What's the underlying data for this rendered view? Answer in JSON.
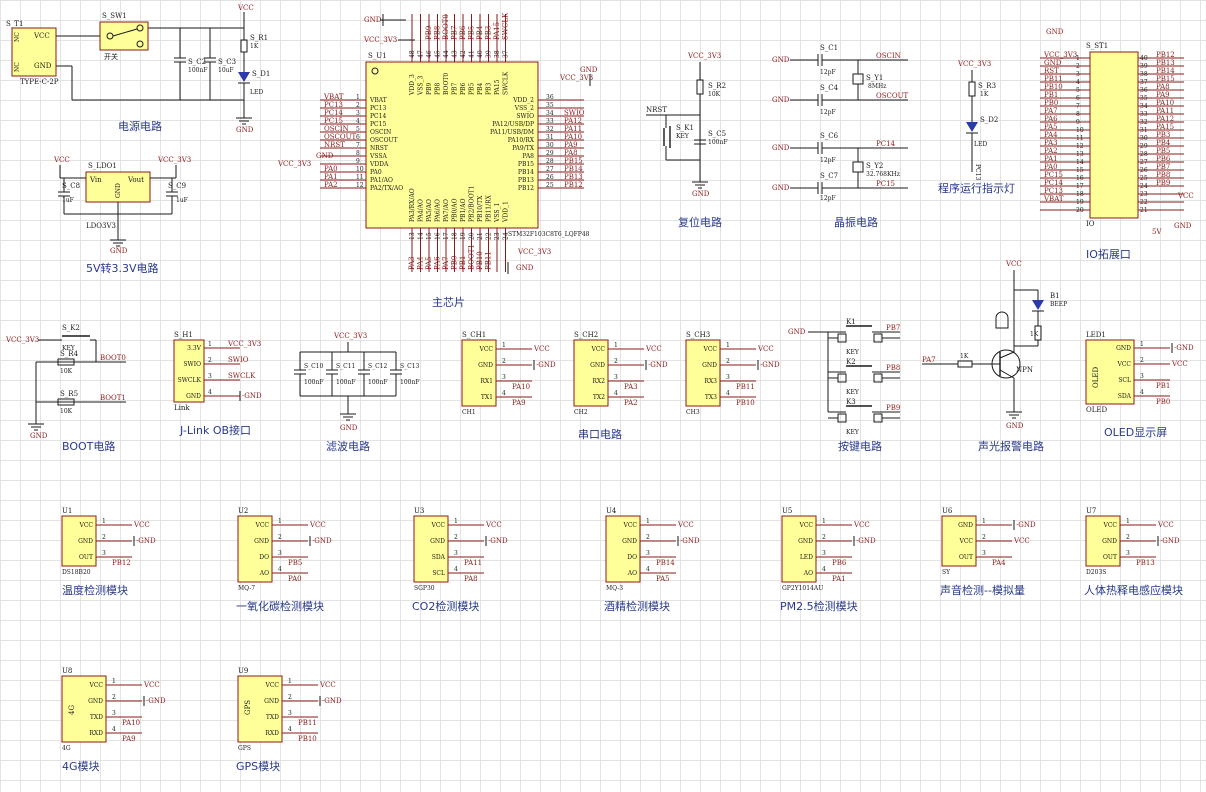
{
  "titles": {
    "power": "电源电路",
    "ldo": "5V转3.3V电路",
    "mcu": "主芯片",
    "reset": "复位电路",
    "crystal": "晶振电路",
    "led_indicator": "程序运行指示灯",
    "io": "IO拓展口",
    "boot": "BOOT电路",
    "jlink": "J-Link OB接口",
    "filter": "滤波电路",
    "uart": "串口电路",
    "keys": "按键电路",
    "buzzer": "声光报警电路",
    "oled": "OLED显示屏",
    "temp": "温度检测模块",
    "co": "一氧化碳检测模块",
    "co2": "CO2检测模块",
    "alcohol": "酒精检测模块",
    "pm25": "PM2.5检测模块",
    "sound": "声音检测--模拟量",
    "pir": "人体热释电感应模块",
    "m4g": "4G模块",
    "gps": "GPS模块"
  },
  "power": {
    "t1": "S_T1",
    "t1_part": "TYPE-C-2P",
    "t1_vcc": "VCC",
    "t1_gnd": "GND",
    "nc1": "NC",
    "nc2": "NC",
    "sw": "S_SW1",
    "sw_label": "开关",
    "c2": "S_C2",
    "c2_val": "100nF",
    "c3": "S_C3",
    "c3_val": "10uF",
    "r1": "S_R1",
    "r1_val": "1K",
    "d1": "S_D1",
    "d1_val": "LED",
    "vcc": "VCC",
    "gnd": "GND"
  },
  "ldo": {
    "name": "S_LDO1",
    "part": "LDO3V3",
    "vin": "Vin",
    "vout": "Vout",
    "gnd": "GND",
    "c8": "S_C8",
    "c8_val": "1uF",
    "c9": "S_C9",
    "c9_val": "1uF",
    "vcc": "VCC",
    "vcc33": "VCC_3V3",
    "ground": "GND"
  },
  "mcu": {
    "ref": "S_U1",
    "part": "STM32F103C8T6_LQFP48",
    "left_pins": [
      {
        "net": "VBAT",
        "num": "1",
        "name": "VBAT"
      },
      {
        "net": "PC13",
        "num": "2",
        "name": "PC13"
      },
      {
        "net": "PC14",
        "num": "3",
        "name": "PC14"
      },
      {
        "net": "PC15",
        "num": "4",
        "name": "PC15"
      },
      {
        "net": "OSCIN",
        "num": "5",
        "name": "OSCIN"
      },
      {
        "net": "OSCOUT",
        "num": "6",
        "name": "OSCOUT"
      },
      {
        "net": "NRST",
        "num": "7",
        "name": "NRST"
      },
      {
        "net": "GND",
        "num": "8",
        "name": "VSSA"
      },
      {
        "net": "VCC_3V3",
        "num": "9",
        "name": "VDDA"
      },
      {
        "net": "PA0",
        "num": "10",
        "name": "PA0"
      },
      {
        "net": "PA1",
        "num": "11",
        "name": "PA1/AO"
      },
      {
        "net": "PA2",
        "num": "12",
        "name": "PA2/TX/AO"
      }
    ],
    "right_pins": [
      {
        "net": "VCC_3V3",
        "num": "36",
        "name": "VDD_2"
      },
      {
        "net": "",
        "num": "35",
        "name": "VSS_2"
      },
      {
        "net": "SWIO",
        "num": "34",
        "name": "SWIO"
      },
      {
        "net": "PA12",
        "num": "33",
        "name": "PA12/USB/DP"
      },
      {
        "net": "PA11",
        "num": "32",
        "name": "PA11/USB/DM"
      },
      {
        "net": "PA10",
        "num": "31",
        "name": "PA10/RX"
      },
      {
        "net": "PA9",
        "num": "30",
        "name": "PA9/TX"
      },
      {
        "net": "PA8",
        "num": "29",
        "name": "PA8"
      },
      {
        "net": "PB15",
        "num": "28",
        "name": "PB15"
      },
      {
        "net": "PB14",
        "num": "27",
        "name": "PB14"
      },
      {
        "net": "PB13",
        "num": "26",
        "name": "PB13"
      },
      {
        "net": "PB12",
        "num": "25",
        "name": "PB12"
      }
    ],
    "top_pins": [
      "VDD_3",
      "VSS_3",
      "PB9",
      "PB8",
      "BOOT0",
      "PB7",
      "PB6",
      "PB5",
      "PB4",
      "PB3",
      "PA15",
      "SWCLK"
    ],
    "top_nums": [
      "48",
      "47",
      "46",
      "45",
      "44",
      "43",
      "42",
      "41",
      "40",
      "39",
      "38",
      "37"
    ],
    "top_nets": [
      "",
      "",
      "PB9",
      "PB8",
      "BOOT0",
      "PB7",
      "PB6",
      "PB5",
      "PB4",
      "PB3",
      "PA15",
      "SWCLK"
    ],
    "bottom_pins": [
      "PA3/RX/AO",
      "PA4/AO",
      "PA5/AO",
      "PA6/AO",
      "PA7/AO",
      "PB0/AO",
      "PB1/AO",
      "PB2/BOOT1",
      "PB10/TX",
      "PB11/RX",
      "VSS_1",
      "VDD_1"
    ],
    "bottom_nums": [
      "13",
      "14",
      "15",
      "16",
      "17",
      "18",
      "19",
      "20",
      "21",
      "22",
      "23",
      "24"
    ],
    "bottom_nets": [
      "PA3",
      "PA4",
      "PA5",
      "PA6",
      "PA7",
      "PB0",
      "PB1",
      "BOOT1",
      "PB10",
      "PB11",
      "",
      ""
    ],
    "gnd": "GND",
    "vcc33": "VCC_3V3"
  },
  "reset": {
    "vcc33": "VCC_3V3",
    "r2": "S_R2",
    "r2_val": "10K",
    "k1": "S_K1",
    "k1_val": "KEY",
    "c5": "S_C5",
    "c5_val": "100nF",
    "nrst": "NRST",
    "gnd": "GND"
  },
  "crystal": {
    "c1": "S_C1",
    "c4": "S_C4",
    "c6": "S_C6",
    "c7": "S_C7",
    "cval": "12pF",
    "y1": "S_Y1",
    "y1_val": "8MHz",
    "y2": "S_Y2",
    "y2_val": "32.768KHz",
    "oscin": "OSCIN",
    "oscout": "OSCOUT",
    "pc14": "PC14",
    "pc15": "PC15",
    "gnd": "GND"
  },
  "indicator": {
    "vcc33": "VCC_3V3",
    "r3": "S_R3",
    "r3_val": "1K",
    "d2": "S_D2",
    "d2_val": "LED",
    "pc13": "PC13"
  },
  "io": {
    "ref": "S_ST1",
    "part": "IO",
    "vcc33": "VCC_3V3",
    "gnd": "GND",
    "vcc": "VCC",
    "v5": "5V",
    "left": [
      {
        "n": "1",
        "net": "VCC_3V3"
      },
      {
        "n": "2",
        "net": "GND"
      },
      {
        "n": "3",
        "net": "RST"
      },
      {
        "n": "4",
        "net": "PB11"
      },
      {
        "n": "5",
        "net": "PB10"
      },
      {
        "n": "6",
        "net": "PB1"
      },
      {
        "n": "7",
        "net": "PB0"
      },
      {
        "n": "8",
        "net": "PA7"
      },
      {
        "n": "9",
        "net": "PA6"
      },
      {
        "n": "10",
        "net": "PA5"
      },
      {
        "n": "11",
        "net": "PA4"
      },
      {
        "n": "12",
        "net": "PA3"
      },
      {
        "n": "13",
        "net": "PA2"
      },
      {
        "n": "14",
        "net": "PA1"
      },
      {
        "n": "15",
        "net": "PA0"
      },
      {
        "n": "16",
        "net": "PC15"
      },
      {
        "n": "17",
        "net": "PC14"
      },
      {
        "n": "18",
        "net": "PC13"
      },
      {
        "n": "19",
        "net": "VBAT"
      },
      {
        "n": "20",
        "net": ""
      }
    ],
    "right": [
      {
        "n": "40",
        "net": "PB12"
      },
      {
        "n": "39",
        "net": "PB13"
      },
      {
        "n": "38",
        "net": "PB14"
      },
      {
        "n": "37",
        "net": "PB15"
      },
      {
        "n": "36",
        "net": "PA8"
      },
      {
        "n": "35",
        "net": "PA9"
      },
      {
        "n": "34",
        "net": "PA10"
      },
      {
        "n": "33",
        "net": "PA11"
      },
      {
        "n": "32",
        "net": "PA12"
      },
      {
        "n": "31",
        "net": "PA15"
      },
      {
        "n": "30",
        "net": "PB3"
      },
      {
        "n": "29",
        "net": "PB4"
      },
      {
        "n": "28",
        "net": "PB5"
      },
      {
        "n": "27",
        "net": "PB6"
      },
      {
        "n": "26",
        "net": "PB7"
      },
      {
        "n": "25",
        "net": "PB8"
      },
      {
        "n": "24",
        "net": "PB9"
      },
      {
        "n": "23",
        "net": ""
      },
      {
        "n": "22",
        "net": ""
      },
      {
        "n": "21",
        "net": ""
      }
    ]
  },
  "boot": {
    "vcc33": "VCC_3V3",
    "k2": "S_K2",
    "k2_val": "KEY",
    "r4": "S_R4",
    "r4_val": "10K",
    "r5": "S_R5",
    "r5_val": "10K",
    "boot0": "BOOT0",
    "boot1": "BOOT1",
    "gnd": "GND"
  },
  "jlink": {
    "ref": "S_H1",
    "part": "Link",
    "pins": [
      {
        "name": "3.3V",
        "n": "1",
        "net": "VCC_3V3"
      },
      {
        "name": "SWIO",
        "n": "2",
        "net": "SWIO"
      },
      {
        "name": "SWCLK",
        "n": "3",
        "net": "SWCLK"
      },
      {
        "name": "GND",
        "n": "4",
        "net": "GND"
      }
    ]
  },
  "filter": {
    "vcc33": "VCC_3V3",
    "caps": [
      {
        "ref": "S_C10",
        "val": "100nF"
      },
      {
        "ref": "S_C11",
        "val": "100nF"
      },
      {
        "ref": "S_C12",
        "val": "100nF"
      },
      {
        "ref": "S_C13",
        "val": "100nF"
      }
    ],
    "gnd": "GND"
  },
  "uart": [
    {
      "ref": "S_CH1",
      "part": "CH1",
      "pins": [
        {
          "name": "VCC",
          "n": "1",
          "net": "VCC"
        },
        {
          "name": "GND",
          "n": "2",
          "net": "GND"
        },
        {
          "name": "RX1",
          "n": "3",
          "net": "PA10"
        },
        {
          "name": "TX1",
          "n": "4",
          "net": "PA9"
        }
      ]
    },
    {
      "ref": "S_CH2",
      "part": "CH2",
      "pins": [
        {
          "name": "VCC",
          "n": "1",
          "net": "VCC"
        },
        {
          "name": "GND",
          "n": "2",
          "net": "GND"
        },
        {
          "name": "RX2",
          "n": "3",
          "net": "PA3"
        },
        {
          "name": "TX2",
          "n": "4",
          "net": "PA2"
        }
      ]
    },
    {
      "ref": "S_CH3",
      "part": "CH3",
      "pins": [
        {
          "name": "VCC",
          "n": "1",
          "net": "VCC"
        },
        {
          "name": "GND",
          "n": "2",
          "net": "GND"
        },
        {
          "name": "RX3",
          "n": "3",
          "net": "PB11"
        },
        {
          "name": "TX3",
          "n": "4",
          "net": "PB10"
        }
      ]
    }
  ],
  "keys": {
    "gnd": "GND",
    "items": [
      {
        "ref": "K1",
        "val": "KEY",
        "net": "PB7"
      },
      {
        "ref": "K2",
        "val": "KEY",
        "net": "PB8"
      },
      {
        "ref": "K3",
        "val": "KEY",
        "net": "PB9"
      }
    ]
  },
  "buzzer": {
    "vcc": "VCC",
    "b1": "B1",
    "b1_val": "BEEP",
    "r": "1K",
    "r2": "1K",
    "pa7": "PA7",
    "npn": "NPN",
    "gnd": "GND"
  },
  "oled": {
    "ref": "LED1",
    "part": "OLED",
    "body": "OLED",
    "pins": [
      {
        "name": "GND",
        "n": "1",
        "net": "GND"
      },
      {
        "name": "VCC",
        "n": "2",
        "net": "VCC"
      },
      {
        "name": "SCL",
        "n": "3",
        "net": "PB1"
      },
      {
        "name": "SDA",
        "n": "4",
        "net": "PB0"
      }
    ]
  },
  "modules": [
    {
      "ref": "U1",
      "part": "DS18B20",
      "pins": [
        {
          "name": "VCC",
          "n": "1",
          "net": "VCC"
        },
        {
          "name": "GND",
          "n": "2",
          "net": "GND"
        },
        {
          "name": "OUT",
          "n": "3",
          "net": "PB12"
        }
      ]
    },
    {
      "ref": "U2",
      "part": "MQ-7",
      "pins": [
        {
          "name": "VCC",
          "n": "1",
          "net": "VCC"
        },
        {
          "name": "GND",
          "n": "2",
          "net": "GND"
        },
        {
          "name": "DO",
          "n": "3",
          "net": "PB5"
        },
        {
          "name": "AO",
          "n": "4",
          "net": "PA0"
        }
      ]
    },
    {
      "ref": "U3",
      "part": "SGP30",
      "pins": [
        {
          "name": "VCC",
          "n": "1",
          "net": "VCC"
        },
        {
          "name": "GND",
          "n": "2",
          "net": "GND"
        },
        {
          "name": "SDA",
          "n": "3",
          "net": "PA11"
        },
        {
          "name": "SCL",
          "n": "4",
          "net": "PA8"
        }
      ]
    },
    {
      "ref": "U4",
      "part": "MQ-3",
      "pins": [
        {
          "name": "VCC",
          "n": "1",
          "net": "VCC"
        },
        {
          "name": "GND",
          "n": "2",
          "net": "GND"
        },
        {
          "name": "DO",
          "n": "3",
          "net": "PB14"
        },
        {
          "name": "AO",
          "n": "4",
          "net": "PA5"
        }
      ]
    },
    {
      "ref": "U5",
      "part": "GP2Y1014AU",
      "pins": [
        {
          "name": "VCC",
          "n": "1",
          "net": "VCC"
        },
        {
          "name": "GND",
          "n": "2",
          "net": "GND"
        },
        {
          "name": "LED",
          "n": "3",
          "net": "PB6"
        },
        {
          "name": "AO",
          "n": "4",
          "net": "PA1"
        }
      ]
    },
    {
      "ref": "U6",
      "part": "SY",
      "pins": [
        {
          "name": "GND",
          "n": "1",
          "net": "GND"
        },
        {
          "name": "VCC",
          "n": "2",
          "net": "VCC"
        },
        {
          "name": "OUT",
          "n": "3",
          "net": "PA4"
        }
      ]
    },
    {
      "ref": "U7",
      "part": "D203S",
      "pins": [
        {
          "name": "VCC",
          "n": "1",
          "net": "VCC"
        },
        {
          "name": "GND",
          "n": "2",
          "net": "GND"
        },
        {
          "name": "OUT",
          "n": "3",
          "net": "PB13"
        }
      ]
    },
    {
      "ref": "U8",
      "part": "4G",
      "body": "4G",
      "pins": [
        {
          "name": "VCC",
          "n": "1",
          "net": "VCC"
        },
        {
          "name": "GND",
          "n": "2",
          "net": "GND"
        },
        {
          "name": "TXD",
          "n": "3",
          "net": "PA10"
        },
        {
          "name": "RXD",
          "n": "4",
          "net": "PA9"
        }
      ]
    },
    {
      "ref": "U9",
      "part": "GPS",
      "body": "GPS",
      "pins": [
        {
          "name": "VCC",
          "n": "1",
          "net": "VCC"
        },
        {
          "name": "GND",
          "n": "2",
          "net": "GND"
        },
        {
          "name": "TXD",
          "n": "3",
          "net": "PB11"
        },
        {
          "name": "RXD",
          "n": "4",
          "net": "PB10"
        }
      ]
    }
  ]
}
